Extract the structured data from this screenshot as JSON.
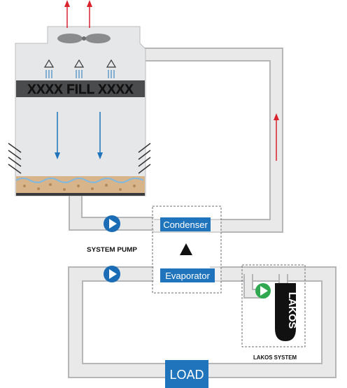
{
  "tower": {
    "fill_label": "XXXX FILL XXXX"
  },
  "pump": {
    "label": "SYSTEM PUMP"
  },
  "chiller": {
    "condenser_label": "Condenser",
    "evaporator_label": "Evaporator"
  },
  "load": {
    "label": "LOAD"
  },
  "lakos": {
    "logo_text": "LAKOS",
    "label": "LAKOS SYSTEM"
  },
  "colors": {
    "pipe_fill": "#e9e9ea",
    "pipe_stroke": "#b5b6b8",
    "tower_body": "#e6e7e8",
    "blue_accent": "#1f74bb",
    "pump_blue": "#1a6cb5",
    "lakos_green": "#2fa84f",
    "heat_arrow_red": "#d9232d",
    "fill_band": "#3a3a3c"
  }
}
